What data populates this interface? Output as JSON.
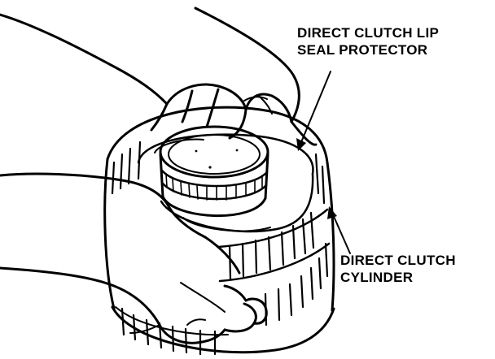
{
  "labels": {
    "lip_seal_protector": {
      "line1": "DIRECT CLUTCH LIP",
      "line2": "SEAL PROTECTOR"
    },
    "clutch_cylinder": {
      "line1": "DIRECT CLUTCH",
      "line2": "CYLINDER"
    }
  },
  "colors": {
    "ink": "#000000",
    "paper": "#ffffff"
  }
}
